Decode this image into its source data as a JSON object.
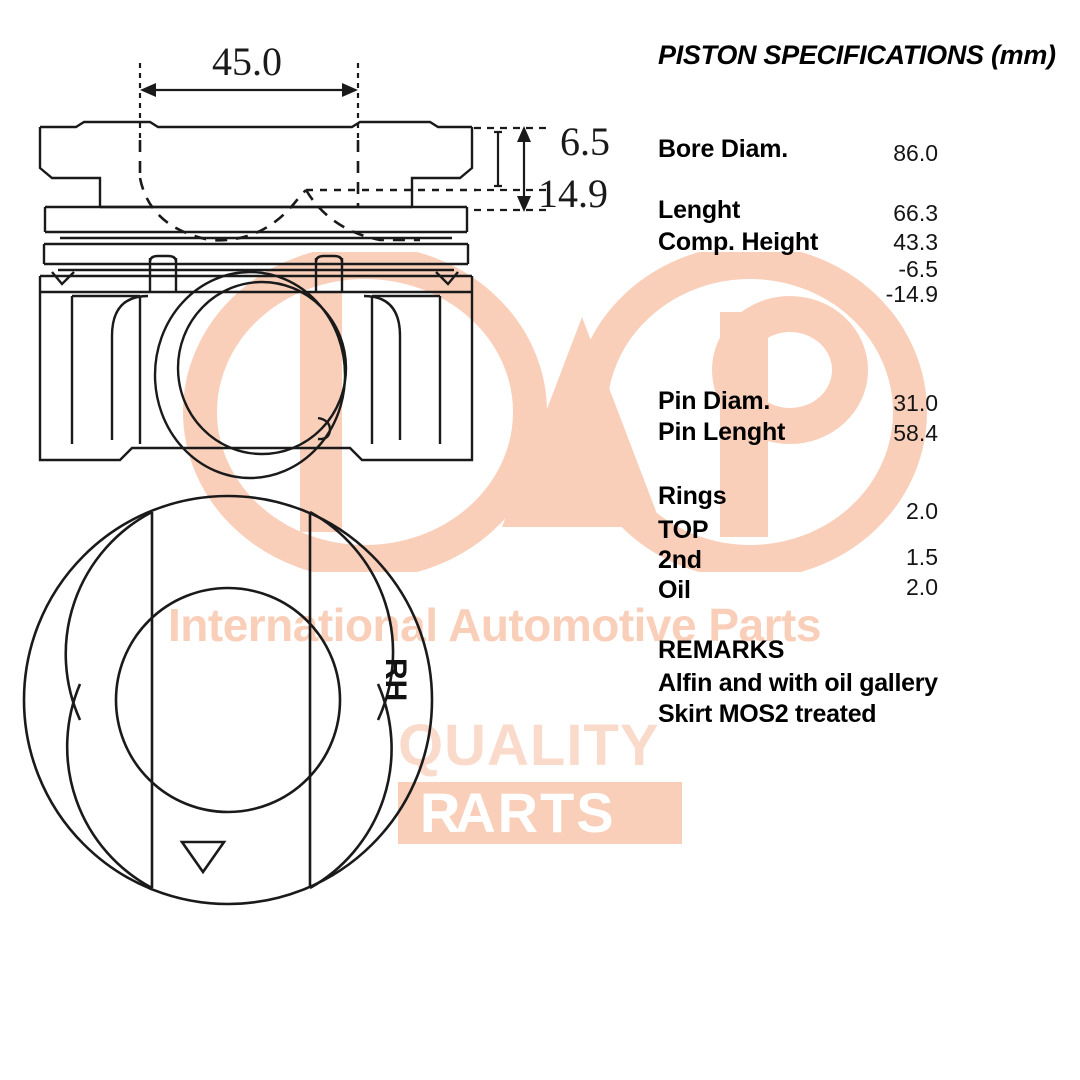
{
  "spec_panel": {
    "title": "PISTON SPECIFICATIONS (mm)",
    "rows": [
      {
        "label": "Bore Diam.",
        "value": "86.0"
      },
      {
        "label": "Lenght",
        "value": "66.3"
      },
      {
        "label": "Comp. Height",
        "value": "43.3"
      },
      {
        "label": "",
        "value": "-6.5"
      },
      {
        "label": "",
        "value": "-14.9"
      },
      {
        "label": "Pin Diam.",
        "value": "31.0"
      },
      {
        "label": "Pin Lenght",
        "value": "58.4"
      },
      {
        "label": "Rings",
        "value": ""
      },
      {
        "label": "TOP",
        "value": "2.0"
      },
      {
        "label": "2nd",
        "value": "1.5"
      },
      {
        "label": "Oil",
        "value": "2.0"
      }
    ],
    "remarks": {
      "heading": "REMARKS",
      "line1": "Alfin and with oil gallery",
      "line2": "Skirt MOS2 treated"
    }
  },
  "drawing": {
    "dimensions": {
      "width_top": "45.0",
      "depth_upper": "6.5",
      "depth_lower": "14.9"
    },
    "bottom_view": {
      "orientation_label": "RH",
      "front_marker_icon": "down-triangle-icon"
    },
    "line_color": "#1a1a1a"
  },
  "watermark": {
    "brand": "IAP",
    "tagline": "International Automotive Parts",
    "quality_word": "QUALITY",
    "parts_word": "PARTS",
    "registered_mark": "R",
    "color": "#f9cfba"
  }
}
